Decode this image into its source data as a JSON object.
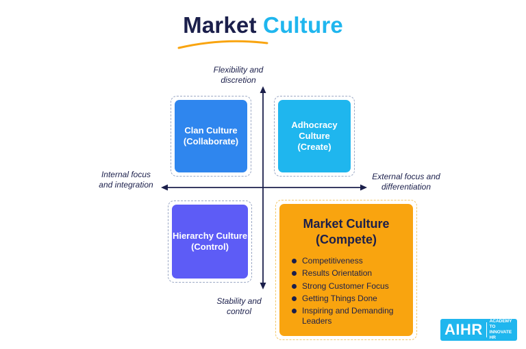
{
  "title": {
    "word1": "Market",
    "word2": "Culture"
  },
  "axes": {
    "top": [
      "Flexibility and",
      "discretion"
    ],
    "bottom": [
      "Stability and",
      "control"
    ],
    "left": [
      "Internal focus",
      "and integration"
    ],
    "right": [
      "External focus and",
      "differentiation"
    ]
  },
  "quadrants": {
    "clan": {
      "line1": "Clan Culture",
      "line2": "(Collaborate)",
      "color": "#2f86ee"
    },
    "adhocracy": {
      "line1": "Adhocracy Culture",
      "line2": "(Create)",
      "color": "#1fb6ee"
    },
    "hierarchy": {
      "line1": "Hierarchy Culture",
      "line2": "(Control)",
      "color": "#5d5cf6"
    },
    "market": {
      "line1": "Market Culture",
      "line2": "(Compete)",
      "color": "#f9a40f",
      "items": [
        "Competitiveness",
        "Results Orientation",
        "Strong Customer Focus",
        "Getting Things Done",
        "Inspiring and Demanding Leaders"
      ]
    }
  },
  "colors": {
    "navy": "#1b1f4b",
    "accent": "#1fb6ee",
    "underline": "#f9a40f"
  },
  "logo": {
    "main": "AIHR",
    "sub": "Academy to Innovate HR"
  }
}
